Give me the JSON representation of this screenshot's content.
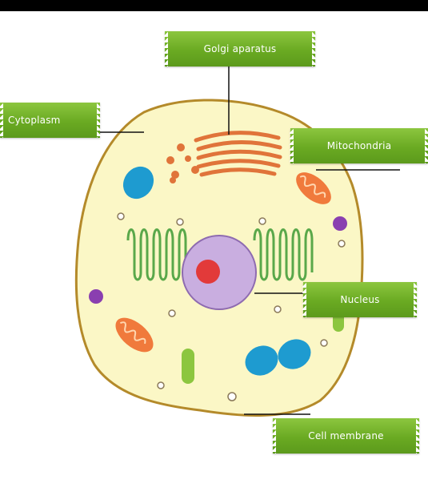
{
  "labels": {
    "golgi": "Golgi aparatus",
    "cytoplasm": "Cytoplasm",
    "mitochondria": "Mitochondria",
    "nucleus": "Nucleus",
    "cell_membrane": "Cell membrane"
  },
  "colors": {
    "label_green": "#6aaa22",
    "cytoplasm_fill": "#fbf7c6",
    "membrane": "#b48a2a",
    "nucleus": "#c9aee0",
    "nucleolus": "#e23a3a",
    "golgi": "#e0743a",
    "er": "#5aa84a",
    "vacuole_blue": "#1e9bd0",
    "vesicle_purple": "#8a3fb0",
    "green_organelle": "#8cc63f"
  },
  "icons": [
    "cell-diagram"
  ]
}
